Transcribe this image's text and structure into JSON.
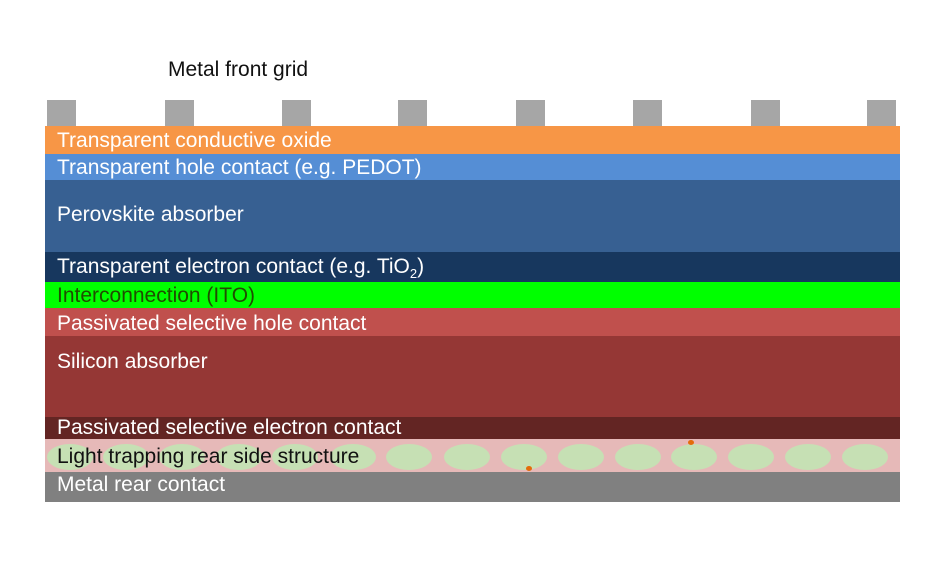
{
  "front_grid": {
    "label": "Metal front grid",
    "color": "#a6a6a6",
    "finger_count": 8
  },
  "layers": [
    {
      "id": "tco",
      "label": "Transparent conductive oxide",
      "color": "#f79646"
    },
    {
      "id": "hole",
      "label": "Transparent hole contact (e.g. PEDOT)",
      "color": "#558ed5"
    },
    {
      "id": "perovskite",
      "label": "Perovskite absorber",
      "color": "#376092"
    },
    {
      "id": "electron",
      "label_main": "Transparent electron contact (e.g. TiO",
      "label_sub": "2",
      "label_end": ")",
      "color": "#17375e"
    },
    {
      "id": "interconnection",
      "label": "Interconnection (ITO)",
      "color": "#00ff00"
    },
    {
      "id": "p_hole",
      "label": "Passivated selective hole contact",
      "color": "#c0504d"
    },
    {
      "id": "silicon",
      "label": "Silicon absorber",
      "color": "#953735"
    },
    {
      "id": "p_electron",
      "label": "Passivated selective electron contact",
      "color": "#632523"
    },
    {
      "id": "light_trap",
      "label": "Light trapping rear side structure",
      "color": "#e6b9b8",
      "texture_color": "#c6e0b4",
      "texture_count": 15
    },
    {
      "id": "rear",
      "label": "Metal rear contact",
      "color": "#808080"
    }
  ]
}
